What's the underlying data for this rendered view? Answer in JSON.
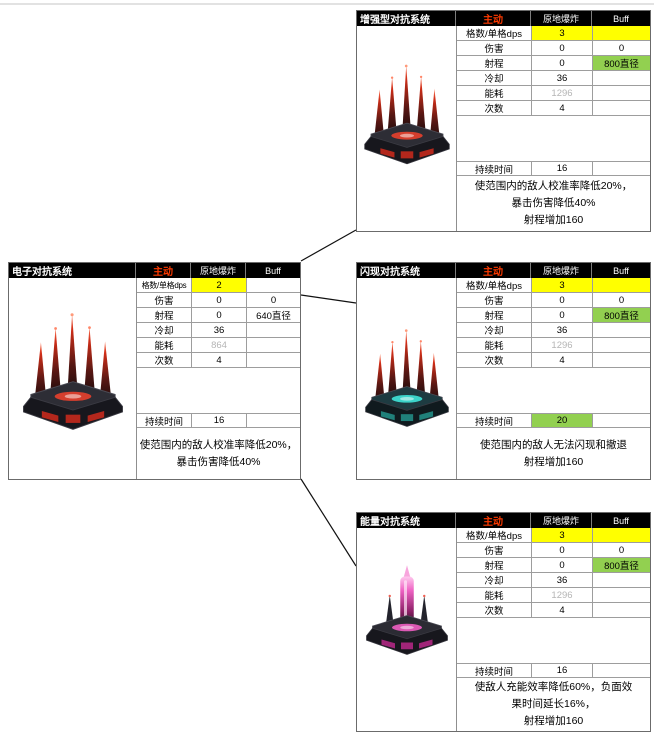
{
  "colors": {
    "highlight_yellow": "#ffff00",
    "highlight_green": "#92d050",
    "active_text": "#ff3a00",
    "muted_text": "#b5b5b5"
  },
  "panels": {
    "electronic": {
      "title": "电子对抗系统",
      "active_label": "主动",
      "trigger_label": "原地爆炸",
      "buff_label": "Buff",
      "rows": [
        {
          "label": "格数/单格dps",
          "value": "2",
          "buff": "",
          "value_bg": "yellow"
        },
        {
          "label": "伤害",
          "value": "0",
          "buff": "0"
        },
        {
          "label": "射程",
          "value": "0",
          "buff": "640直径"
        },
        {
          "label": "冷却",
          "value": "36",
          "buff": ""
        },
        {
          "label": "能耗",
          "value": "864",
          "buff": "",
          "value_style": "muted"
        },
        {
          "label": "次数",
          "value": "4",
          "buff": ""
        },
        {
          "empty": true
        },
        {
          "empty": true
        },
        {
          "empty": true
        },
        {
          "label": "持续时间",
          "value": "16",
          "buff": ""
        }
      ],
      "description_lines": [
        "使范围内的敌人校准率降低20%，",
        "暴击伤害降低40%"
      ]
    },
    "enhanced": {
      "title": "增强型对抗系统",
      "active_label": "主动",
      "trigger_label": "原地爆炸",
      "buff_label": "Buff",
      "rows": [
        {
          "label": "格数/单格dps",
          "value": "3",
          "buff": "",
          "value_bg": "yellow",
          "buff_bg": "yellow"
        },
        {
          "label": "伤害",
          "value": "0",
          "buff": "0"
        },
        {
          "label": "射程",
          "value": "0",
          "buff": "800直径",
          "buff_bg": "green"
        },
        {
          "label": "冷却",
          "value": "36",
          "buff": ""
        },
        {
          "label": "能耗",
          "value": "1296",
          "buff": "",
          "value_style": "muted"
        },
        {
          "label": "次数",
          "value": "4",
          "buff": ""
        },
        {
          "empty": true
        },
        {
          "empty": true
        },
        {
          "empty": true
        },
        {
          "label": "持续时间",
          "value": "16",
          "buff": ""
        }
      ],
      "description_lines": [
        "使范围内的敌人校准率降低20%，",
        "暴击伤害降低40%",
        "射程增加160"
      ]
    },
    "flash": {
      "title": "闪现对抗系统",
      "active_label": "主动",
      "trigger_label": "原地爆炸",
      "buff_label": "Buff",
      "rows": [
        {
          "label": "格数/单格dps",
          "value": "3",
          "buff": "",
          "value_bg": "yellow",
          "buff_bg": "yellow"
        },
        {
          "label": "伤害",
          "value": "0",
          "buff": "0"
        },
        {
          "label": "射程",
          "value": "0",
          "buff": "800直径",
          "buff_bg": "green"
        },
        {
          "label": "冷却",
          "value": "36",
          "buff": ""
        },
        {
          "label": "能耗",
          "value": "1296",
          "buff": "",
          "value_style": "muted"
        },
        {
          "label": "次数",
          "value": "4",
          "buff": ""
        },
        {
          "empty": true
        },
        {
          "empty": true
        },
        {
          "empty": true
        },
        {
          "label": "持续时间",
          "value": "20",
          "buff": "",
          "value_bg": "green"
        }
      ],
      "description_lines": [
        "使范围内的敌人无法闪现和撤退",
        "射程增加160"
      ]
    },
    "energy": {
      "title": "能量对抗系统",
      "active_label": "主动",
      "trigger_label": "原地爆炸",
      "buff_label": "Buff",
      "rows": [
        {
          "label": "格数/单格dps",
          "value": "3",
          "buff": "",
          "value_bg": "yellow",
          "buff_bg": "yellow"
        },
        {
          "label": "伤害",
          "value": "0",
          "buff": "0"
        },
        {
          "label": "射程",
          "value": "0",
          "buff": "800直径",
          "buff_bg": "green"
        },
        {
          "label": "冷却",
          "value": "36",
          "buff": ""
        },
        {
          "label": "能耗",
          "value": "1296",
          "buff": "",
          "value_style": "muted"
        },
        {
          "label": "次数",
          "value": "4",
          "buff": ""
        },
        {
          "empty": true
        },
        {
          "empty": true
        },
        {
          "empty": true
        },
        {
          "label": "持续时间",
          "value": "16",
          "buff": ""
        }
      ],
      "description_lines": [
        "使敌人充能效率降低60%，负面效",
        "果时间延长16%，",
        "射程增加160"
      ]
    }
  }
}
